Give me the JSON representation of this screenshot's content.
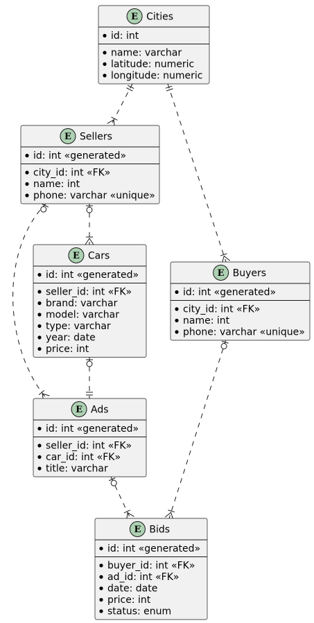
{
  "diagram": {
    "entities": [
      {
        "id": "cities",
        "name": "Cities",
        "badge": "E",
        "keys": [
          "id: int"
        ],
        "fields": [
          "name: varchar",
          "latitude: numeric",
          "longitude: numeric"
        ]
      },
      {
        "id": "sellers",
        "name": "Sellers",
        "badge": "E",
        "keys": [
          "id: int «generated»"
        ],
        "fields": [
          "city_id: int «FK»",
          "name: int",
          "phone: varchar «unique»"
        ]
      },
      {
        "id": "cars",
        "name": "Cars",
        "badge": "E",
        "keys": [
          "id: int «generated»"
        ],
        "fields": [
          "seller_id: int «FK»",
          "brand: varchar",
          "model: varchar",
          "type: varchar",
          "year: date",
          "price: int"
        ]
      },
      {
        "id": "buyers",
        "name": "Buyers",
        "badge": "E",
        "keys": [
          "id: int «generated»"
        ],
        "fields": [
          "city_id: int «FK»",
          "name: int",
          "phone: varchar «unique»"
        ]
      },
      {
        "id": "ads",
        "name": "Ads",
        "badge": "E",
        "keys": [
          "id: int «generated»"
        ],
        "fields": [
          "seller_id: int «FK»",
          "car_id: int «FK»",
          "title: varchar"
        ]
      },
      {
        "id": "bids",
        "name": "Bids",
        "badge": "E",
        "keys": [
          "id: int «generated»"
        ],
        "fields": [
          "buyer_id: int «FK»",
          "ad_id: int «FK»",
          "date: date",
          "price: int",
          "status: enum"
        ]
      }
    ],
    "relations": [
      {
        "from": "cities",
        "to": "sellers",
        "from_card": "exactly-one",
        "to_card": "one-or-many"
      },
      {
        "from": "cities",
        "to": "buyers",
        "from_card": "exactly-one",
        "to_card": "one-or-many"
      },
      {
        "from": "sellers",
        "to": "cars",
        "from_card": "zero-or-one",
        "to_card": "one-or-many"
      },
      {
        "from": "sellers",
        "to": "ads",
        "from_card": "zero-or-one",
        "to_card": "one-or-many"
      },
      {
        "from": "cars",
        "to": "ads",
        "from_card": "zero-or-one",
        "to_card": "exactly-one"
      },
      {
        "from": "ads",
        "to": "bids",
        "from_card": "zero-or-one",
        "to_card": "one-or-many"
      },
      {
        "from": "buyers",
        "to": "bids",
        "from_card": "zero-or-one",
        "to_card": "one-or-many"
      }
    ]
  }
}
